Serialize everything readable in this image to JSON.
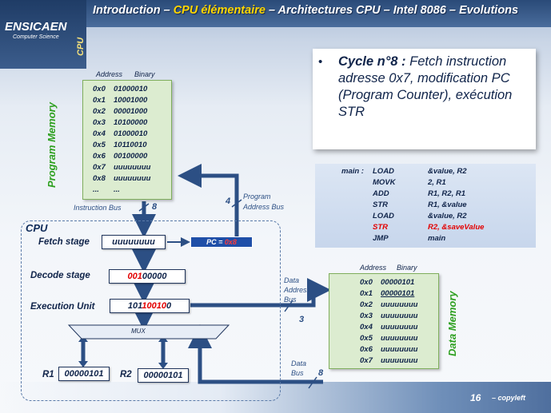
{
  "header": {
    "title_parts": [
      "Introduction – ",
      "CPU élémentaire",
      " – Architectures CPU – Intel 8086 – Evolutions"
    ],
    "logo": "ENSICAEN",
    "logo_sub": "Computer Science",
    "cpu_vertical": "CPU"
  },
  "info": {
    "bullet": "•",
    "cycle_label": "Cycle n°8 :",
    "text": " Fetch instruction adresse 0x7, modification PC (Program Counter), exécution STR"
  },
  "program": {
    "label": "main :",
    "rows": [
      {
        "op": "LOAD",
        "args": "&value, R2"
      },
      {
        "op": "MOVK",
        "args": "2, R1"
      },
      {
        "op": "ADD",
        "args": "R1, R2, R1"
      },
      {
        "op": "STR",
        "args": "R1, &value"
      },
      {
        "op": "LOAD",
        "args": "&value, R2"
      },
      {
        "op": "STR",
        "args": "R2, &saveValue",
        "highlight": true
      },
      {
        "op": "JMP",
        "args": "main"
      }
    ]
  },
  "program_memory": {
    "title": "Program Memory",
    "col_address": "Address",
    "col_binary": "Binary",
    "rows": [
      {
        "addr": "0x0",
        "val": "01000010"
      },
      {
        "addr": "0x1",
        "val": "10001000"
      },
      {
        "addr": "0x2",
        "val": "00001000"
      },
      {
        "addr": "0x3",
        "val": "10100000"
      },
      {
        "addr": "0x4",
        "val": "01000010"
      },
      {
        "addr": "0x5",
        "val": "10110010"
      },
      {
        "addr": "0x6",
        "val": "00100000"
      },
      {
        "addr": "0x7",
        "val": "uuuuuuuu"
      },
      {
        "addr": "0x8",
        "val": "uuuuuuuu"
      },
      {
        "addr": "...",
        "val": "..."
      }
    ]
  },
  "data_memory": {
    "title": "Data Memory",
    "col_address": "Address",
    "col_binary": "Binary",
    "rows": [
      {
        "addr": "0x0",
        "val": "00000101"
      },
      {
        "addr": "0x1",
        "val": "00000101",
        "highlight": true
      },
      {
        "addr": "0x2",
        "val": "uuuuuuuu"
      },
      {
        "addr": "0x3",
        "val": "uuuuuuuu"
      },
      {
        "addr": "0x4",
        "val": "uuuuuuuu"
      },
      {
        "addr": "0x5",
        "val": "uuuuuuuu"
      },
      {
        "addr": "0x6",
        "val": "uuuuuuuu"
      },
      {
        "addr": "0x7",
        "val": "uuuuuuuu"
      }
    ]
  },
  "cpu": {
    "title": "CPU",
    "fetch_label": "Fetch stage",
    "fetch_value": "uuuuuuuu",
    "decode_label": "Decode stage",
    "decode_red": "001",
    "decode_rest": "00000",
    "exec_label": "Execution Unit",
    "exec_prefix": "101",
    "exec_red": "10010",
    "exec_suffix": "0",
    "pc_label": "PC = ",
    "pc_value": "0x8",
    "mux": "MUX",
    "r1_label": "R1",
    "r1_value": "00000101",
    "r2_label": "R2",
    "r2_value": "00000101"
  },
  "buses": {
    "instruction_bus": "Instruction Bus",
    "instruction_width": "8",
    "program_address_bus_1": "Program",
    "program_address_bus_2": "Address Bus",
    "program_address_width": "4",
    "data_address_1": "Data",
    "data_address_2": "Address",
    "data_address_3": "Bus",
    "data_address_width": "3",
    "data_bus_1": "Data",
    "data_bus_2": "Bus",
    "data_bus_width": "8"
  },
  "footer": {
    "page": "16",
    "copy": "– copyleft"
  },
  "colors": {
    "accent": "#ffd600",
    "highlight_red": "#e30000",
    "bus_blue": "#2c4f84",
    "memory_green": "#dcecd0"
  }
}
